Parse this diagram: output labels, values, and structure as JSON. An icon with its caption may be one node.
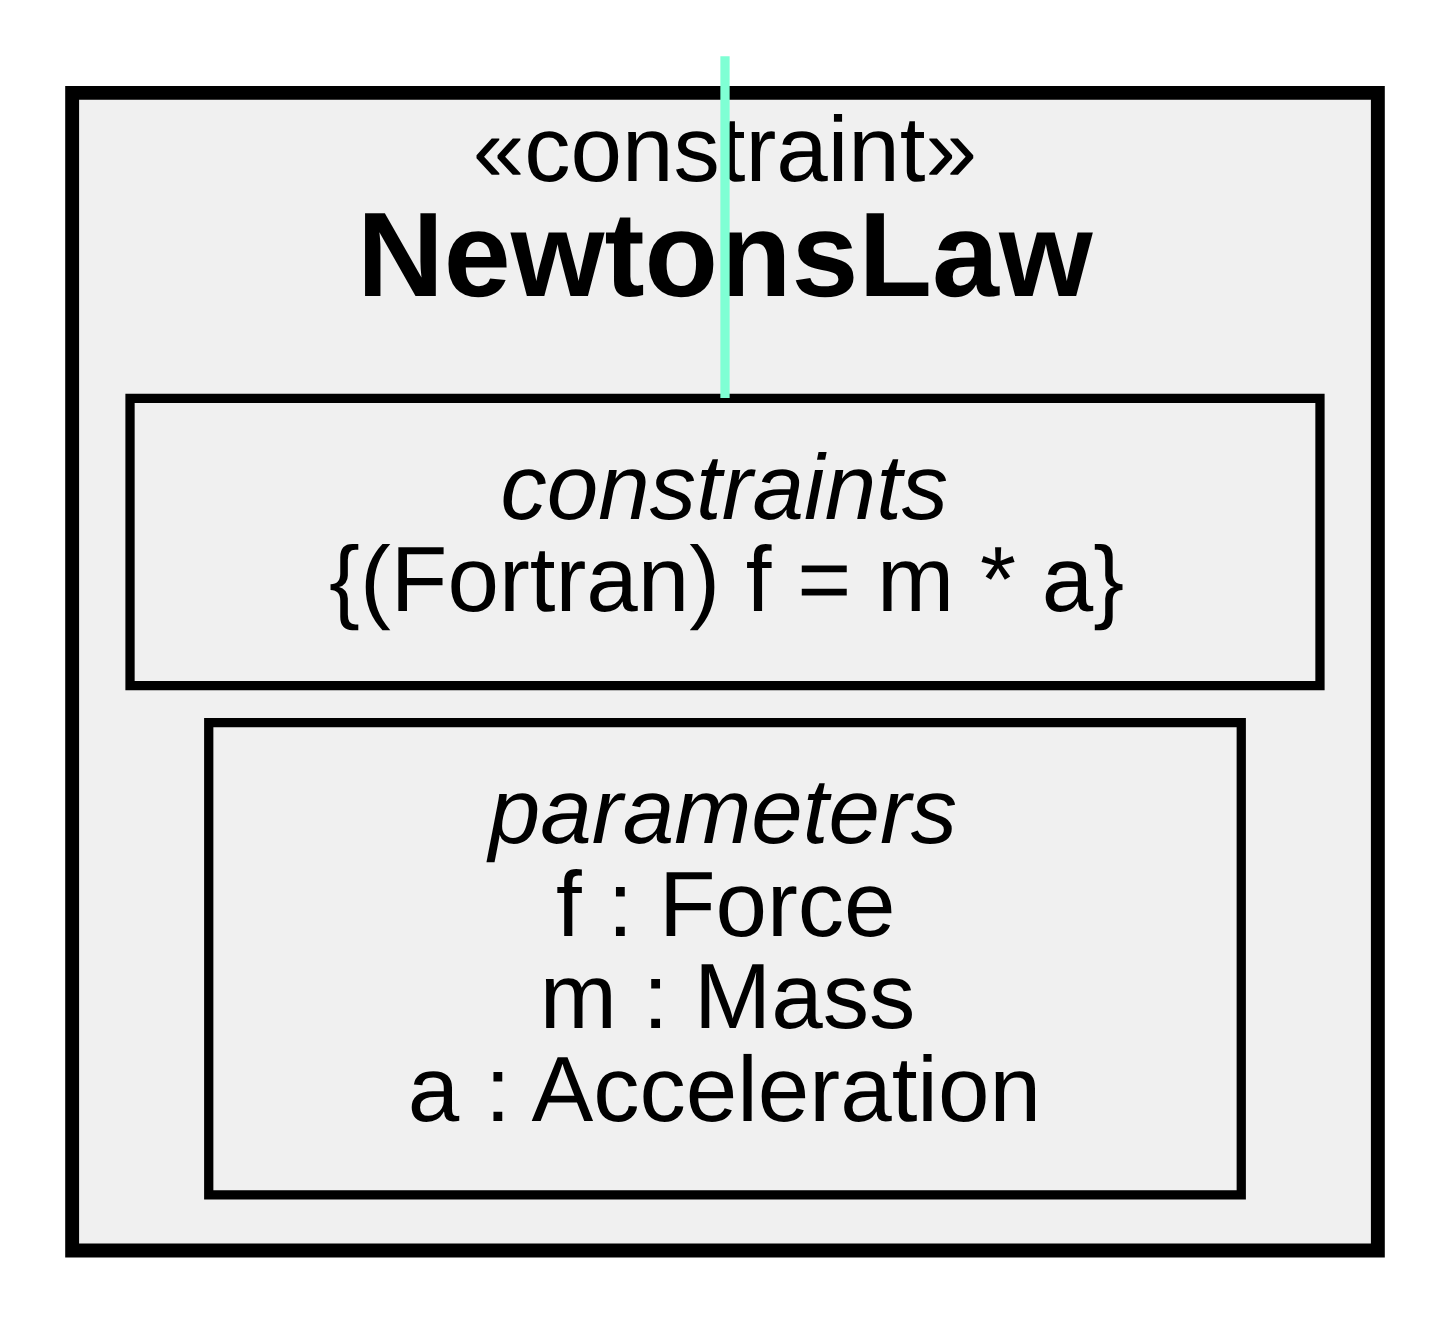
{
  "diagram": {
    "nodes": [
      {
        "text": [
          "«constraint»",
          "NewtonsLaw"
        ]
      },
      {
        "text": [
          "constraints",
          "{(Fortran) f = m * a}"
        ],
        "in": 0
      },
      {
        "text": [
          "parameters",
          "f : Force",
          "m : Mass",
          "a : Acceleration"
        ],
        "in": 0
      }
    ],
    "edges": [
      {
        "from": null,
        "to": 1,
        "arrow": "none",
        "color": "#7fffd4"
      }
    ]
  }
}
